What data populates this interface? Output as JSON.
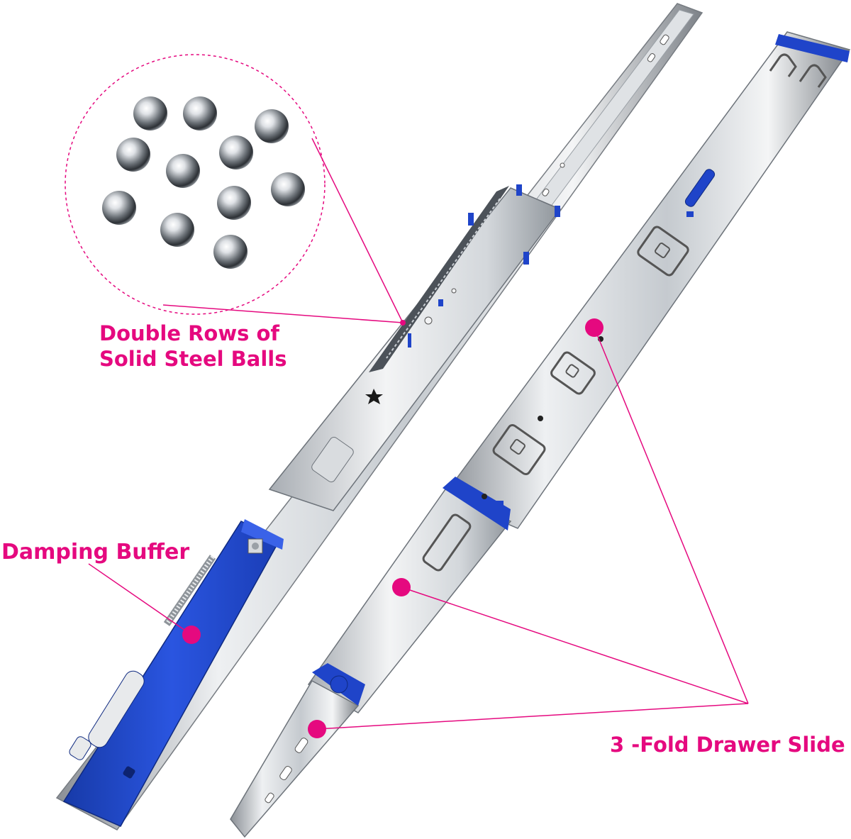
{
  "image": {
    "subject": "drawer-slide-product-photo",
    "colors": {
      "accent_magenta": "#e5097f",
      "steel_light": "#eef0f2",
      "steel_mid": "#b9bec4",
      "steel_dark": "#6d737a",
      "plastic_blue": "#1f44c9",
      "background": "#ffffff"
    }
  },
  "callouts": {
    "balls_line1": "Double Rows of",
    "balls_line2": "Solid Steel Balls",
    "damping": "Damping Buffer",
    "three_fold": "3 -Fold Drawer Slide"
  },
  "steel_ball_count": 11
}
